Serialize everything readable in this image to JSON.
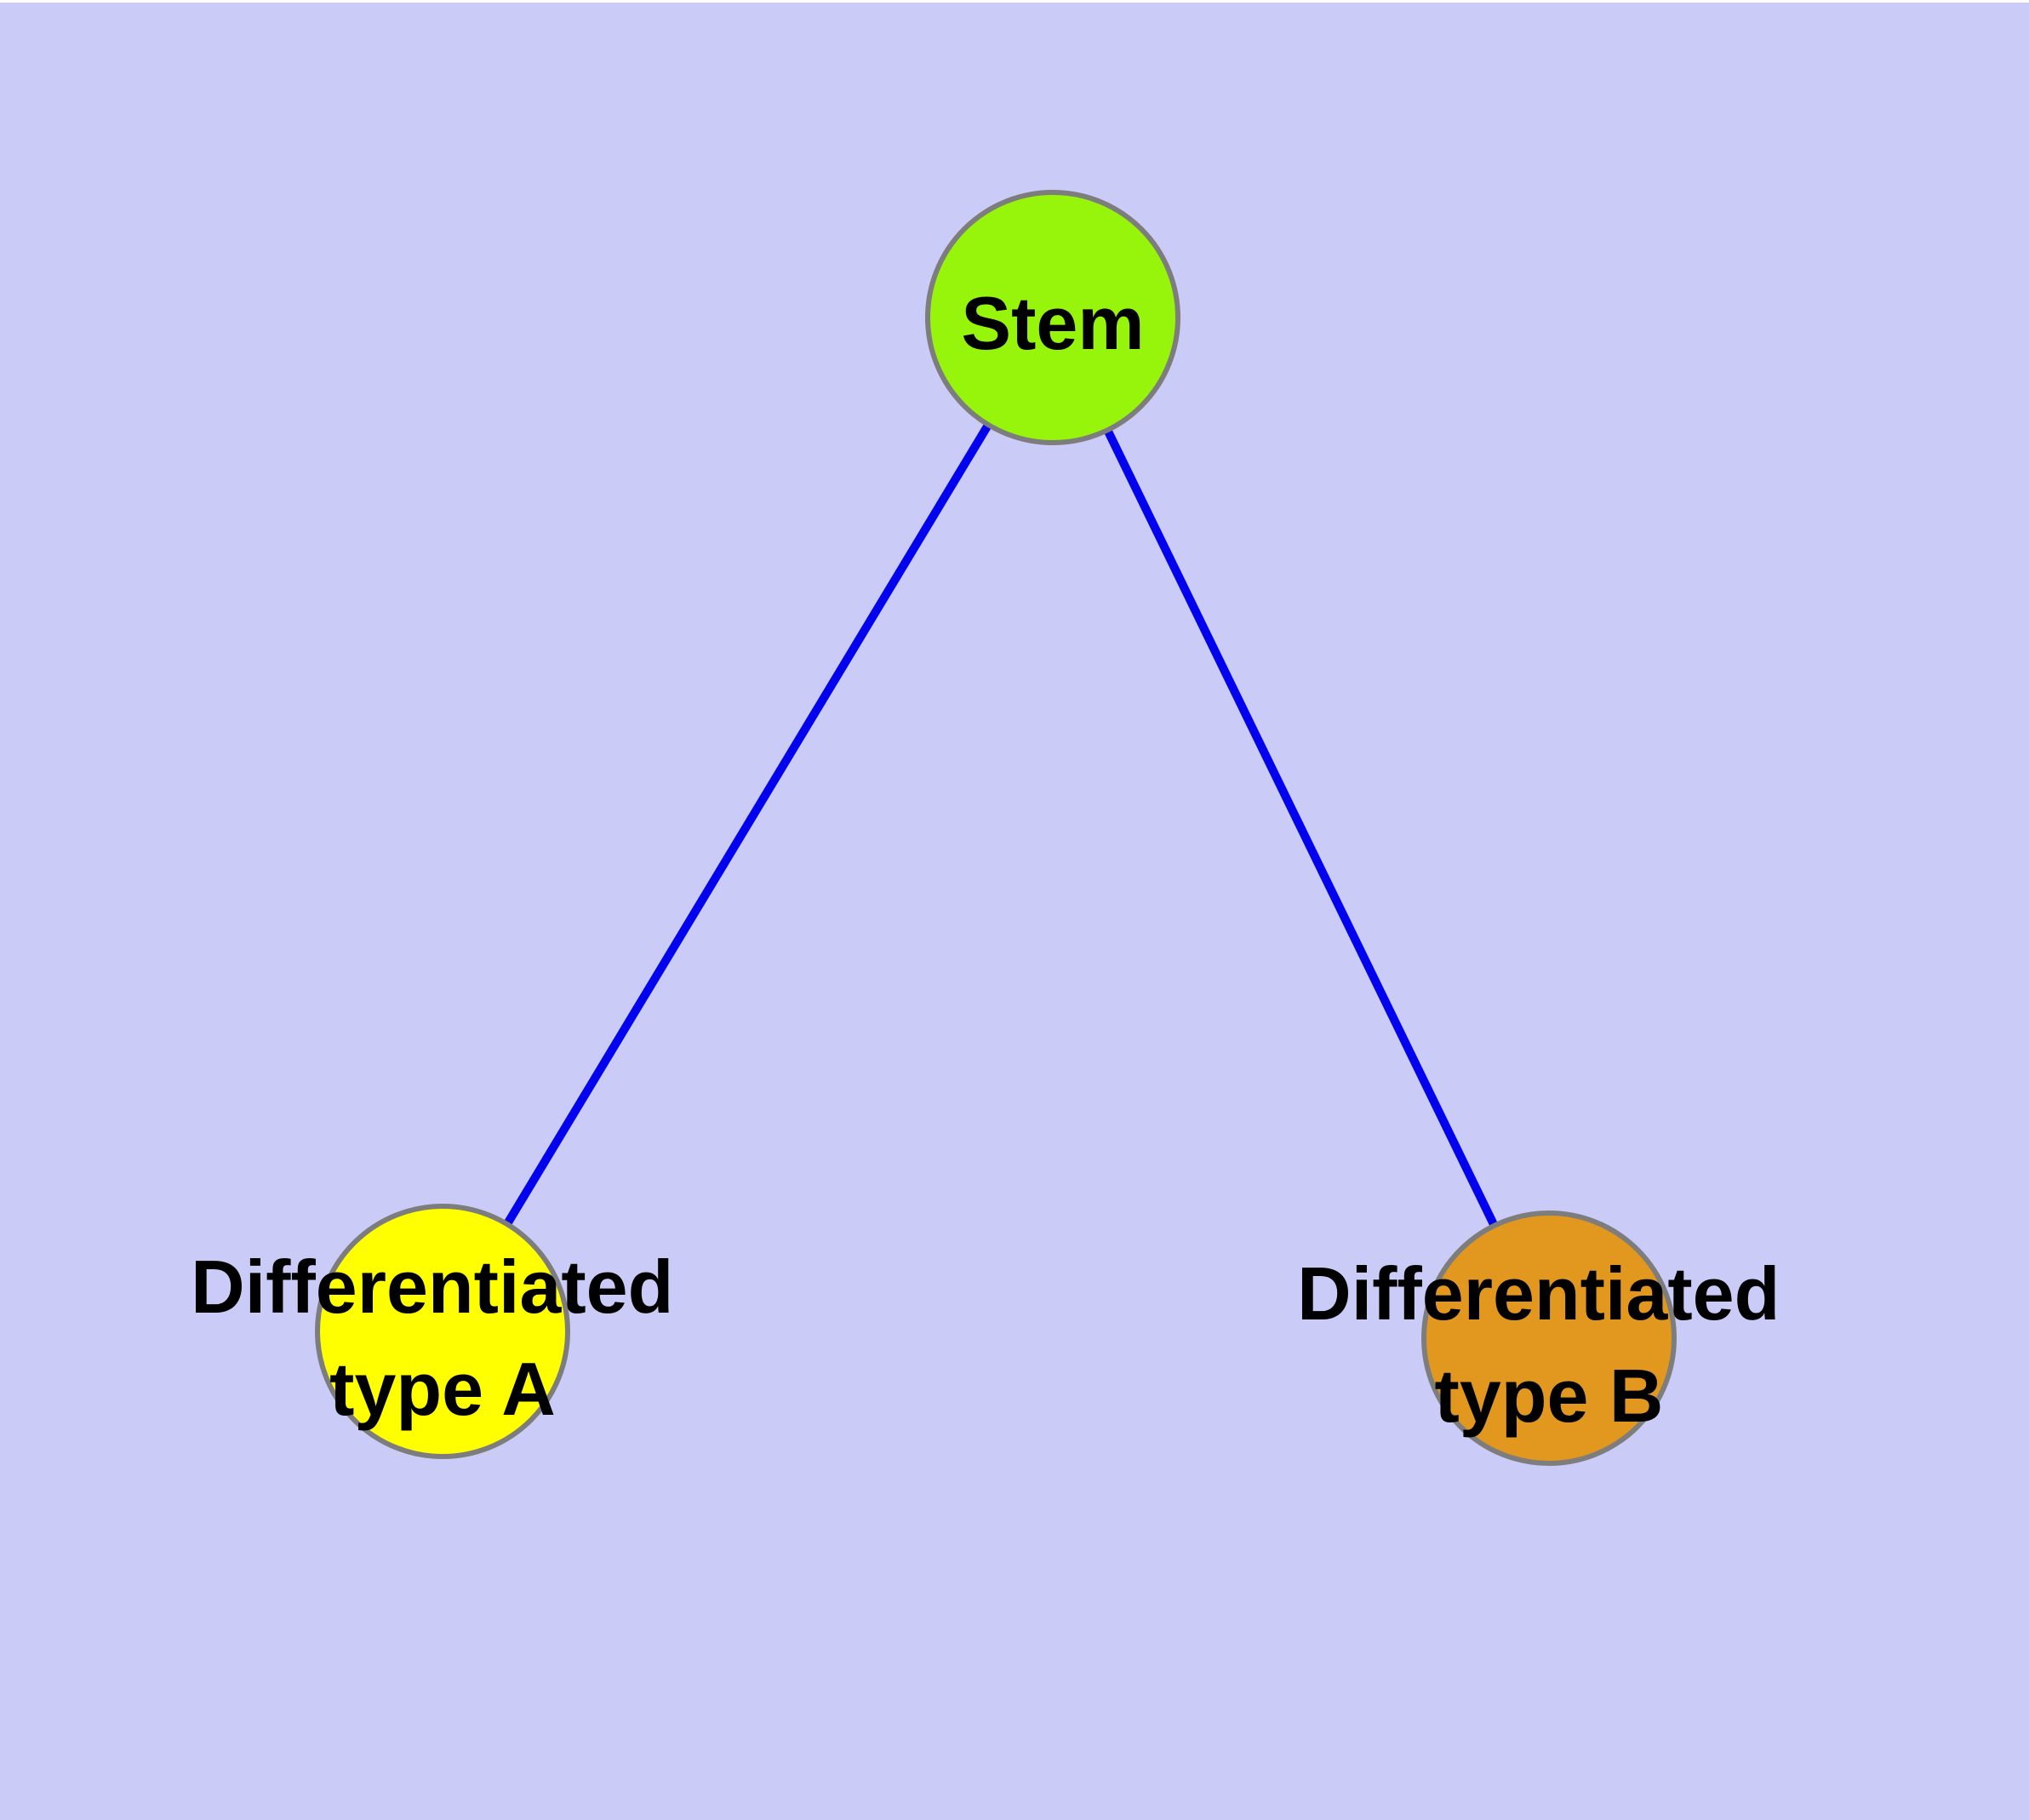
{
  "diagram": {
    "kind": "node-link-graph",
    "background_color": "#cbcbf8",
    "top_margin_color": "#ffffff",
    "edge_color": "#0202ee",
    "node_border_color": "#7d7d7d",
    "label_color": "#000000",
    "nodes": [
      {
        "id": "stem",
        "label": "Stem",
        "fill": "#96f50a",
        "label_lines": [
          "Stem",
          ""
        ]
      },
      {
        "id": "differentiated-type-a",
        "label": "Differentiated type A",
        "fill": "#ffff00",
        "label_lines": [
          "Differentiated",
          "type A"
        ]
      },
      {
        "id": "differentiated-type-b",
        "label": "Differentiated type B",
        "fill": "#e2971f",
        "label_lines": [
          "Differentiated",
          "type B"
        ]
      }
    ],
    "edges": [
      {
        "from": "stem",
        "to": "differentiated-type-a"
      },
      {
        "from": "stem",
        "to": "differentiated-type-b"
      }
    ]
  }
}
